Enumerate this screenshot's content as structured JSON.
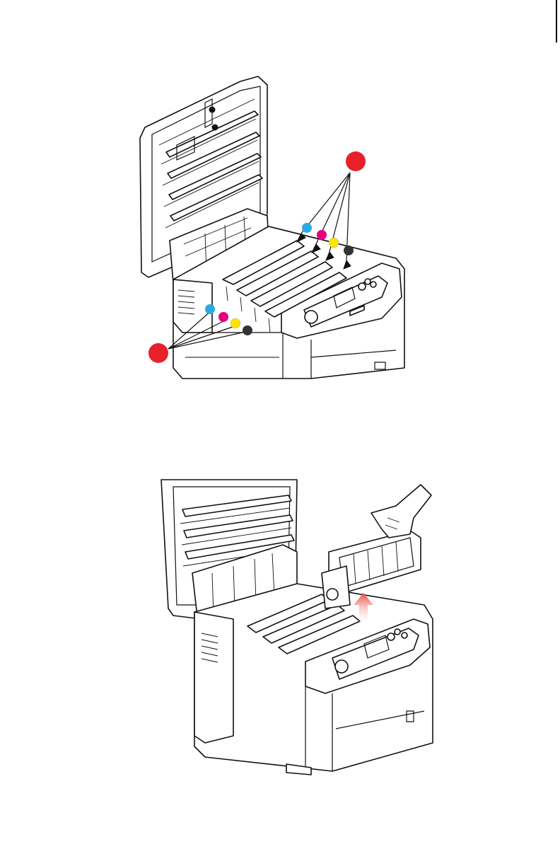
{
  "colors": {
    "callout_red": "#e8202a",
    "toner_cyan": "#29abe2",
    "toner_magenta": "#e6007e",
    "toner_yellow": "#ffe600",
    "toner_black": "#333333",
    "lift_arrow": "#e64a3c"
  },
  "figures": [
    {
      "id": "fig1",
      "subject": "printer-top-cover-open",
      "callouts": [
        "callout-red-top",
        "callout-red-bottom"
      ],
      "color_markers": [
        "cyan",
        "magenta",
        "yellow",
        "black"
      ]
    },
    {
      "id": "fig2",
      "subject": "image-drum-removal",
      "callouts": [
        "lift-arrow"
      ]
    }
  ]
}
